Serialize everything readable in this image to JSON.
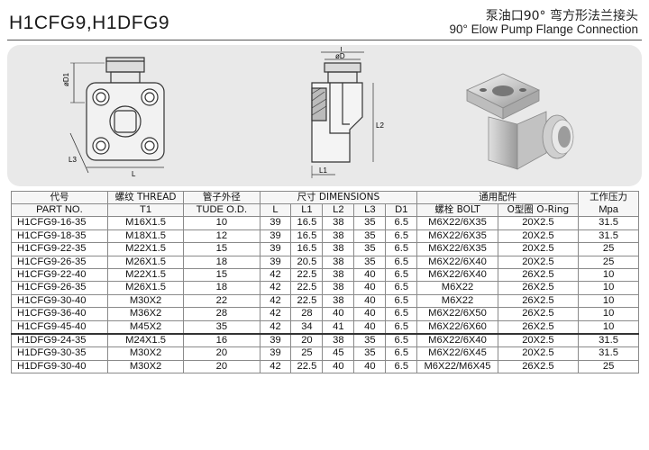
{
  "header": {
    "title": "H1CFG9,H1DFG9",
    "subtitle_cn": "泵油口90°  弯方形法兰接头",
    "subtitle_en": "90°  Elow Pump Flange Connection"
  },
  "drawing_labels": {
    "d1": "øD1",
    "l3": "L3",
    "l": "L",
    "t": "T",
    "d": "øD",
    "l2": "L2",
    "l1": "L1"
  },
  "table": {
    "headers": {
      "part_cn": "代号",
      "part_en": "PART NO.",
      "thread": "螺纹 THREAD",
      "tube": "管子外径",
      "dimensions": "尺寸 DIMENSIONS",
      "fittings": "通用配件",
      "pressure_cn": "工作压力",
      "pressure_en": "Mpa"
    },
    "subheaders": {
      "t1": "T1",
      "tube_od": "TUDE O.D.",
      "L": "L",
      "L1": "L1",
      "L2": "L2",
      "L3": "L3",
      "D1": "D1",
      "bolt": "螺栓 BOLT",
      "oring": "O型圈 O-Ring"
    },
    "rows": [
      [
        "H1CFG9-16-35",
        "M16X1.5",
        "10",
        "39",
        "16.5",
        "38",
        "35",
        "6.5",
        "M6X22/6X35",
        "20X2.5",
        "31.5"
      ],
      [
        "H1CFG9-18-35",
        "M18X1.5",
        "12",
        "39",
        "16.5",
        "38",
        "35",
        "6.5",
        "M6X22/6X35",
        "20X2.5",
        "31.5"
      ],
      [
        "H1CFG9-22-35",
        "M22X1.5",
        "15",
        "39",
        "16.5",
        "38",
        "35",
        "6.5",
        "M6X22/6X35",
        "20X2.5",
        "25"
      ],
      [
        "H1CFG9-26-35",
        "M26X1.5",
        "18",
        "39",
        "20.5",
        "38",
        "35",
        "6.5",
        "M6X22/6X40",
        "20X2.5",
        "25"
      ],
      [
        "H1CFG9-22-40",
        "M22X1.5",
        "15",
        "42",
        "22.5",
        "38",
        "40",
        "6.5",
        "M6X22/6X40",
        "26X2.5",
        "10"
      ],
      [
        "H1CFG9-26-35",
        "M26X1.5",
        "18",
        "42",
        "22.5",
        "38",
        "40",
        "6.5",
        "M6X22",
        "26X2.5",
        "10"
      ],
      [
        "H1CFG9-30-40",
        "M30X2",
        "22",
        "42",
        "22.5",
        "38",
        "40",
        "6.5",
        "M6X22",
        "26X2.5",
        "10"
      ],
      [
        "H1CFG9-36-40",
        "M36X2",
        "28",
        "42",
        "28",
        "40",
        "40",
        "6.5",
        "M6X22/6X50",
        "26X2.5",
        "10"
      ],
      [
        "H1CFG9-45-40",
        "M45X2",
        "35",
        "42",
        "34",
        "41",
        "40",
        "6.5",
        "M6X22/6X60",
        "26X2.5",
        "10"
      ],
      [
        "H1DFG9-24-35",
        "M24X1.5",
        "16",
        "39",
        "20",
        "38",
        "35",
        "6.5",
        "M6X22/6X40",
        "20X2.5",
        "31.5"
      ],
      [
        "H1DFG9-30-35",
        "M30X2",
        "20",
        "39",
        "25",
        "45",
        "35",
        "6.5",
        "M6X22/6X45",
        "20X2.5",
        "31.5"
      ],
      [
        "H1DFG9-30-40",
        "M30X2",
        "20",
        "42",
        "22.5",
        "40",
        "40",
        "6.5",
        "M6X22/M6X45",
        "26X2.5",
        "25"
      ]
    ]
  }
}
